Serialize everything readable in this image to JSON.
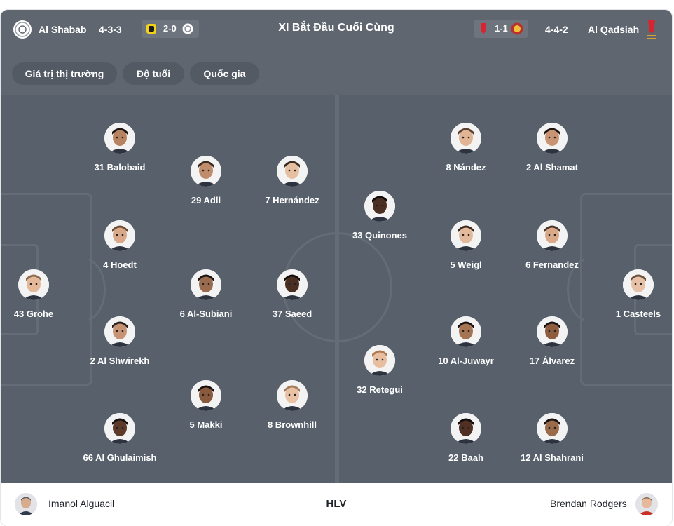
{
  "header": {
    "title": "XI Bắt Đầu Cuối Cùng",
    "home": {
      "name": "Al Shabab",
      "formation": "4-3-3",
      "last_score": "2-0"
    },
    "away": {
      "name": "Al Qadsiah",
      "formation": "4-4-2",
      "last_score": "1-1"
    }
  },
  "filters": [
    "Giá trị thị trường",
    "Độ tuổi",
    "Quốc gia"
  ],
  "home_players": [
    {
      "label": "43 Grohe",
      "skin": "#e3b99a",
      "hair": "#8a6b4e"
    },
    {
      "label": "4 Hoedt",
      "skin": "#d8a888",
      "hair": "#6b4a33"
    },
    {
      "label": "2 Al Shwirekh",
      "skin": "#c69474",
      "hair": "#2a1f1a"
    },
    {
      "label": "31 Balobaid",
      "skin": "#b88361",
      "hair": "#1d1512"
    },
    {
      "label": "66 Al Ghulaimish",
      "skin": "#5e3a28",
      "hair": "#1a1210"
    },
    {
      "label": "6 Al-Subiani",
      "skin": "#9a6b4f",
      "hair": "#1a1210"
    },
    {
      "label": "29 Adli",
      "skin": "#c08d6c",
      "hair": "#3a2a20"
    },
    {
      "label": "5 Makki",
      "skin": "#8a5a3e",
      "hair": "#1a1210"
    },
    {
      "label": "37 Saeed",
      "skin": "#4a2e22",
      "hair": "#120c0a"
    },
    {
      "label": "7 Hernández",
      "skin": "#e6bfa0",
      "hair": "#3a2a20"
    },
    {
      "label": "8 Brownhill",
      "skin": "#e9c1a4",
      "hair": "#a47c5a"
    }
  ],
  "away_players": [
    {
      "label": "1 Casteels",
      "skin": "#e6c1a6",
      "hair": "#6b5140"
    },
    {
      "label": "5 Weigl",
      "skin": "#e3b99b",
      "hair": "#3a2a20"
    },
    {
      "label": "6 Fernandez",
      "skin": "#d9a98a",
      "hair": "#4a3528"
    },
    {
      "label": "8 Nández",
      "skin": "#e0b495",
      "hair": "#5a4030"
    },
    {
      "label": "10 Al-Juwayr",
      "skin": "#a57453",
      "hair": "#1a1210"
    },
    {
      "label": "2 Al Shamat",
      "skin": "#c99474",
      "hair": "#1d1512"
    },
    {
      "label": "17 Álvarez",
      "skin": "#8e5d40",
      "hair": "#1a1210"
    },
    {
      "label": "22 Baah",
      "skin": "#4f3023",
      "hair": "#110b09"
    },
    {
      "label": "12 Al Shahrani",
      "skin": "#9b6a4b",
      "hair": "#1a1210"
    },
    {
      "label": "33 Quinones",
      "skin": "#4b2f23",
      "hair": "#110b09"
    },
    {
      "label": "32 Retegui",
      "skin": "#e7bea0",
      "hair": "#b07850"
    }
  ],
  "coaches": {
    "label": "HLV",
    "home": "Imanol Alguacil",
    "away": "Brendan Rodgers"
  },
  "colors": {
    "header_bg": "#5f6670",
    "pitch_bg": "#57606b",
    "pitch_lines": "#646c76",
    "chip_bg": "#535a64"
  },
  "icons": {
    "home_crest": "al-shabab-crest-icon",
    "away_crest": "al-qadsiah-crest-icon",
    "last_opponent_home": "al-ittihad-crest-icon",
    "last_opponent_away": "al-wehda-crest-icon"
  }
}
